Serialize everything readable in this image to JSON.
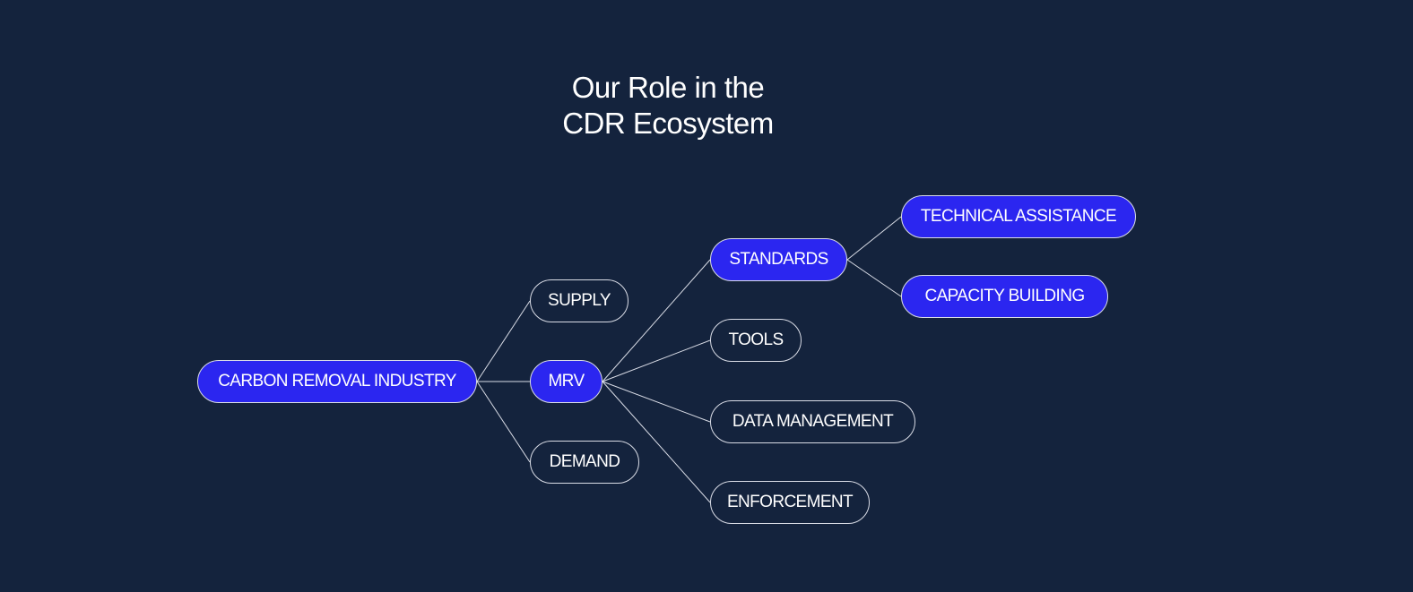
{
  "title": {
    "line1": "Our Role in the",
    "line2": "CDR Ecosystem"
  },
  "nodes": {
    "carbon_removal_industry": "CARBON REMOVAL INDUSTRY",
    "supply": "SUPPLY",
    "mrv": "MRV",
    "demand": "DEMAND",
    "standards": "STANDARDS",
    "tools": "TOOLS",
    "data_management": "DATA MANAGEMENT",
    "enforcement": "ENFORCEMENT",
    "technical_assistance": "TECHNICAL ASSISTANCE",
    "capacity_building": "CAPACITY BUILDING"
  },
  "colors": {
    "background": "#14233d",
    "filled_node": "#2b26f0",
    "line": "#d9dce6"
  }
}
